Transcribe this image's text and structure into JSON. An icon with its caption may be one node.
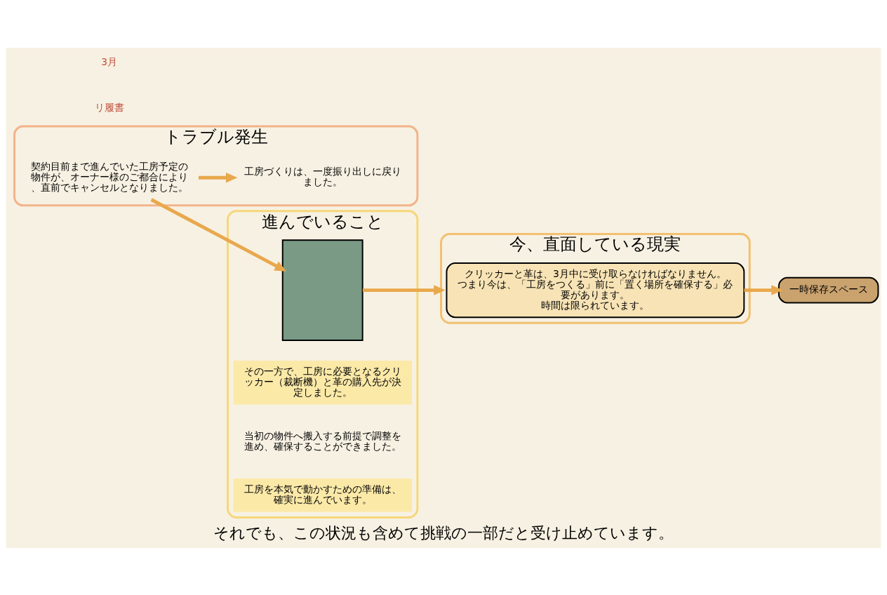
{
  "diagram": {
    "caption": "それでも、この状況も含めて挑戦の一部だと受け止めています。",
    "nodes": [
      {
        "text": [
          "トラブル発生"
        ]
      },
      {
        "text": [
          "契約目前まで進んでいた工房予定の物件が、オーナー様のご都合により、直前でキャンセルとなりました。"
        ],
        "in": 0
      },
      {
        "text": [
          "工房づくりは、一度振り出しに戻りました。"
        ],
        "in": 0
      },
      {
        "text": [
          "進んでいること"
        ]
      },
      {
        "text": [],
        "shape": "box",
        "in": 3
      },
      {
        "text": [
          "その一方で、工房に必要となるクリッカー（裁断機）と革の購入先が決定しました。"
        ],
        "in": 3
      },
      {
        "text": [
          "当初の物件へ搬入する前提で調整を進め、確保することができました。"
        ],
        "in": 3
      },
      {
        "text": [
          "工房を本気で動かすための準備は、確実に進んでいます。"
        ],
        "in": 3
      },
      {
        "text": [
          "今、直面している現実"
        ]
      },
      {
        "text": [
          "クリッカーと革は、3月中に受け取らなければなりません。",
          "つまり今は、「工房をつくる」前に「置く場所を確保する」必要があります。",
          "時間は限られています。"
        ],
        "in": 8
      },
      {
        "text": [
          "一時保存スペース"
        ]
      }
    ],
    "edges": [
      {
        "from": 1,
        "to": 2,
        "arrow": "to"
      },
      {
        "from": 1,
        "to": 4,
        "arrow": "to"
      },
      {
        "from": 4,
        "to": 8,
        "arrow": "to"
      },
      {
        "from": 9,
        "to": 10,
        "arrow": "to"
      }
    ],
    "labels": [
      "リ履書",
      "3月"
    ]
  }
}
